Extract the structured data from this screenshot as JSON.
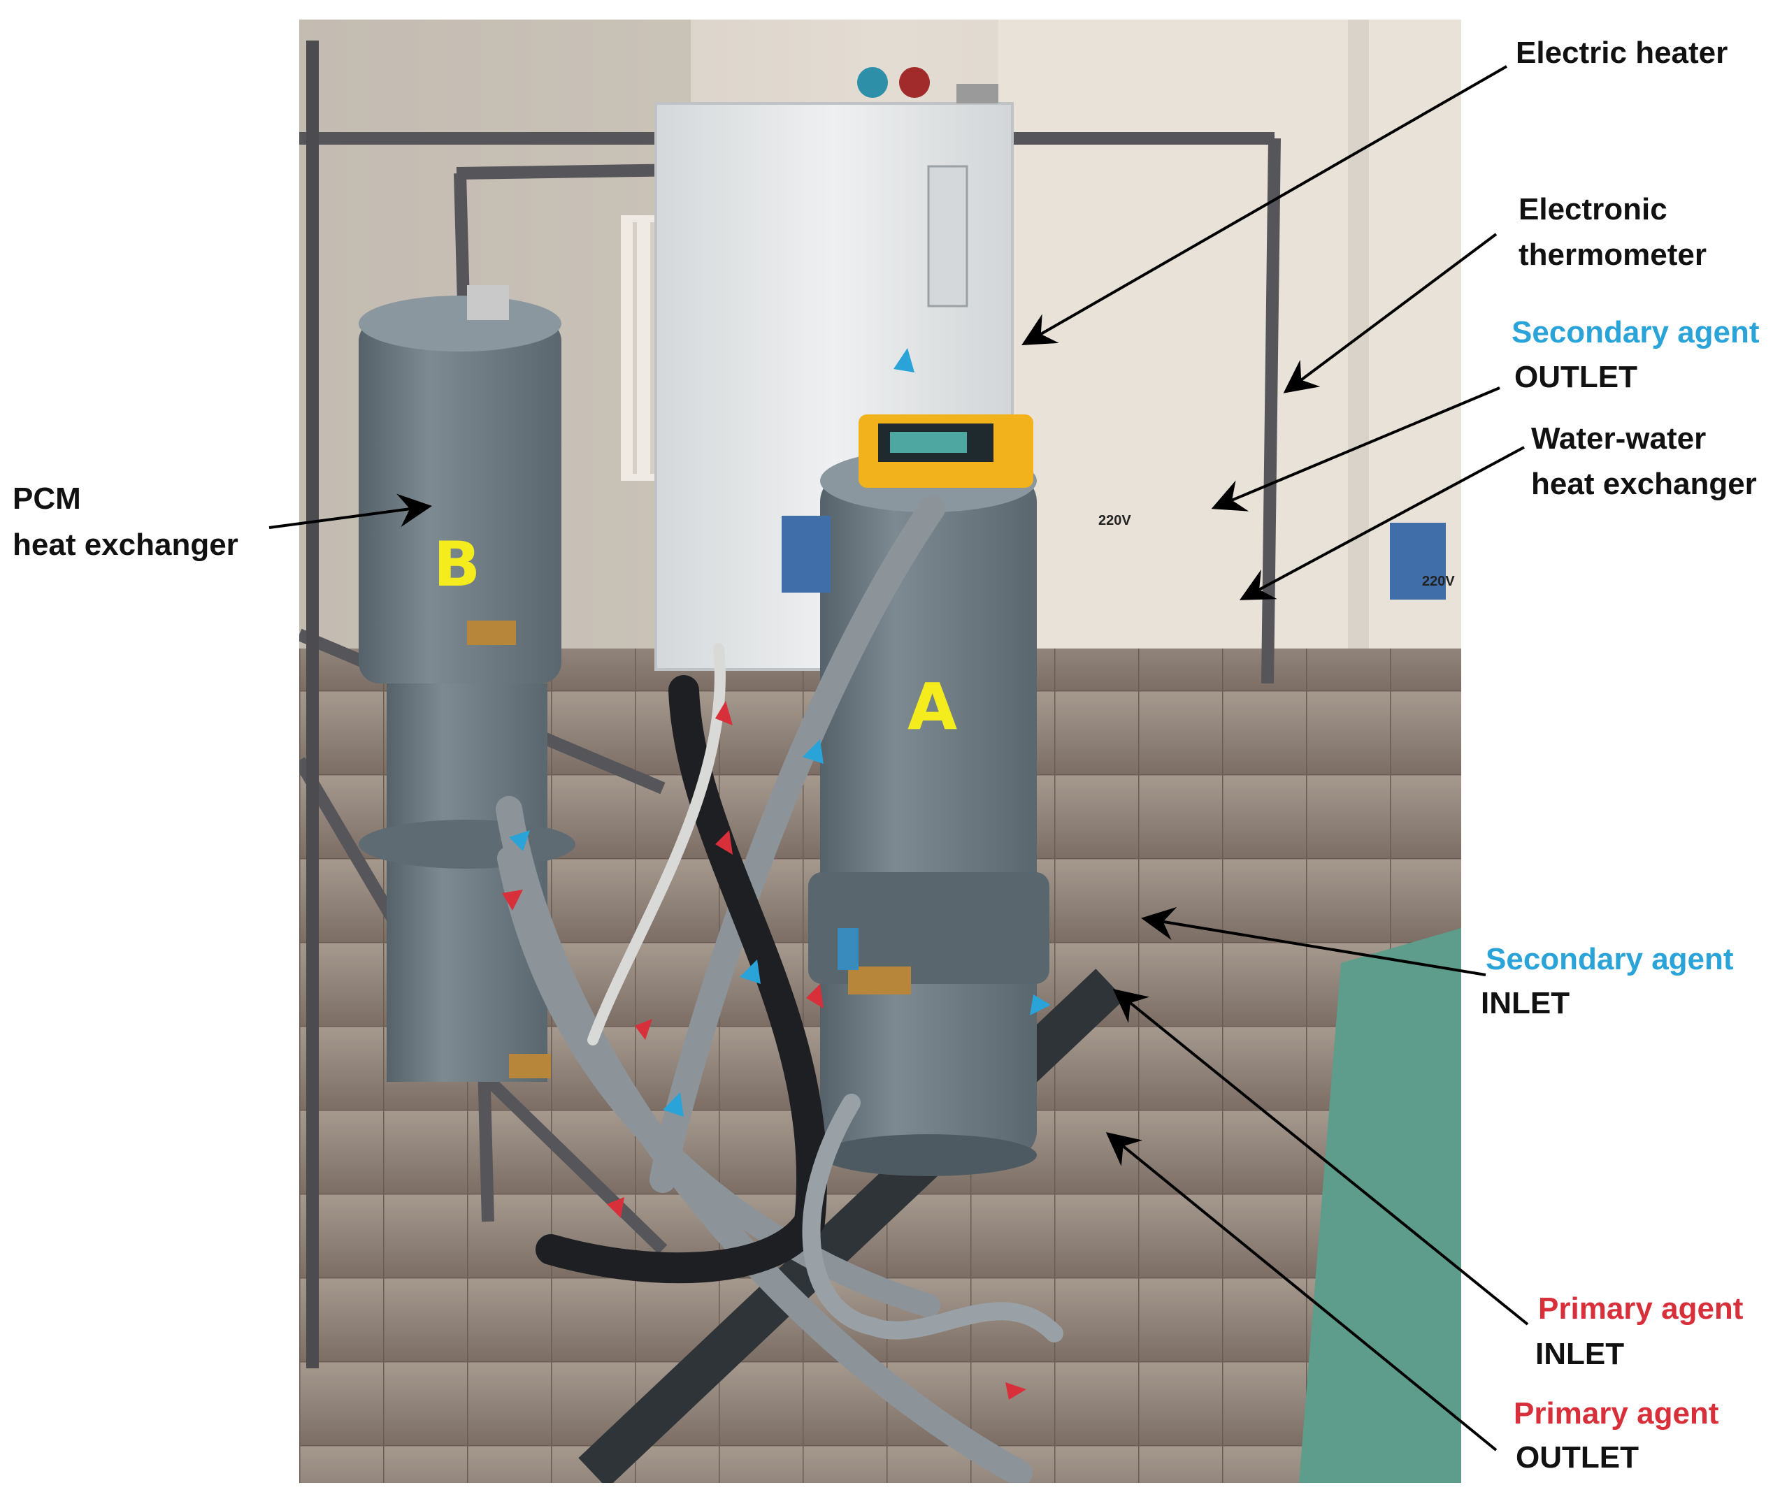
{
  "labels": {
    "electric_heater": "Electric heater",
    "electronic_thermometer_1": "Electronic",
    "electronic_thermometer_2": "thermometer",
    "secondary_outlet_1": "Secondary agent",
    "secondary_outlet_2": "OUTLET",
    "water_water_1": "Water-water",
    "water_water_2": "heat exchanger",
    "pcm_1": "PCM",
    "pcm_2": "heat exchanger",
    "secondary_inlet_1": "Secondary agent",
    "secondary_inlet_2": "INLET",
    "primary_inlet_1": "Primary agent",
    "primary_inlet_2": "INLET",
    "primary_outlet_1": "Primary agent",
    "primary_outlet_2": "OUTLET",
    "tank_a": "A",
    "tank_b": "B",
    "socket_text_1": "220V",
    "socket_text_2": "220V"
  },
  "colors": {
    "label_text": "#111111",
    "secondary_agent": "#29a3d8",
    "primary_agent": "#d8303a",
    "tank_letters": "#f4ec1c",
    "tank_body": "#6f7c83",
    "heater_body": "#e8eaeb",
    "thermometer": "#f2b21b",
    "floor_tile": "#8b7d73"
  },
  "icons": {
    "flow_arrow_secondary": "blue-flow-arrow-icon",
    "flow_arrow_primary": "red-flow-arrow-icon",
    "pointer": "pointer-arrow-icon"
  }
}
